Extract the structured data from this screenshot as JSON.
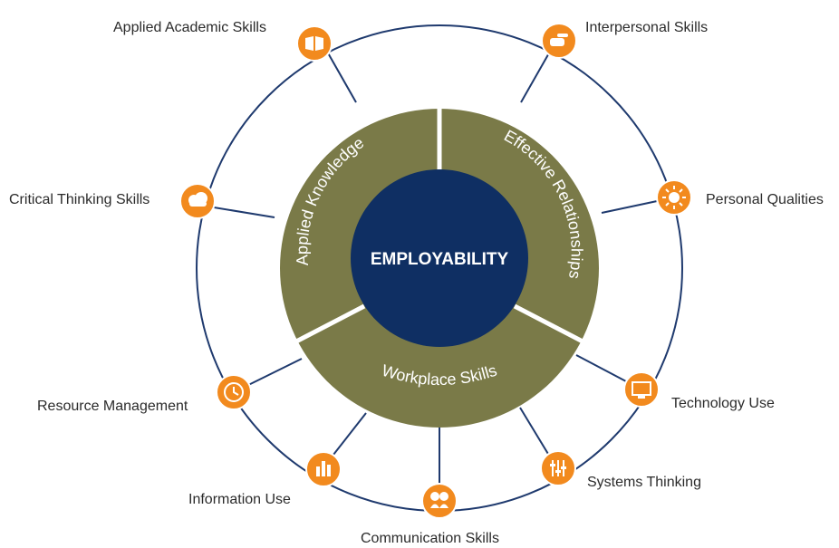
{
  "center": {
    "label": "EMPLOYABILITY"
  },
  "segments": {
    "applied_knowledge": "Applied Knowledge",
    "effective_relationships": "Effective Relationships",
    "workplace_skills": "Workplace Skills"
  },
  "skills": {
    "applied_academic": "Applied Academic Skills",
    "interpersonal": "Interpersonal Skills",
    "critical_thinking": "Critical Thinking Skills",
    "personal_qualities": "Personal Qualities",
    "resource_management": "Resource Management",
    "technology_use": "Technology Use",
    "information_use": "Information Use",
    "systems_thinking": "Systems Thinking",
    "communication": "Communication Skills"
  },
  "icons": {
    "applied_academic": "book-icon",
    "interpersonal": "hand-icon",
    "critical_thinking": "cloud-icon",
    "personal_qualities": "sun-icon",
    "resource_management": "clock-icon",
    "technology_use": "monitor-icon",
    "information_use": "bar-chart-icon",
    "systems_thinking": "sliders-icon",
    "communication": "people-icon"
  },
  "colors": {
    "ring": "#7a7a48",
    "center": "#0f2f63",
    "outer_ring": "#1f3a6e",
    "icon": "#f28a1e",
    "text": "#2b2b2b"
  }
}
